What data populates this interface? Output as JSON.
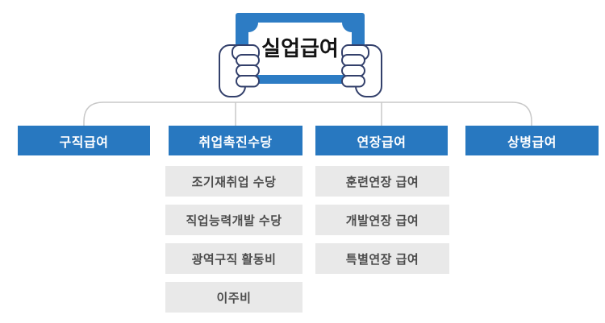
{
  "banner": {
    "title": "실업급여"
  },
  "columns": [
    {
      "title": "구직급여",
      "items": []
    },
    {
      "title": "취업촉진수당",
      "items": [
        "조기재취업 수당",
        "직업능력개발 수당",
        "광역구직 활동비",
        "이주비"
      ]
    },
    {
      "title": "연장급여",
      "items": [
        "훈련연장 급여",
        "개발연장 급여",
        "특별연장 급여"
      ]
    },
    {
      "title": "상병급여",
      "items": []
    }
  ],
  "colors": {
    "header_blue": "#2878c0",
    "banner_blue": "#2d7cc4",
    "hand_outline_navy": "#33406b",
    "item_bg_gray": "#e9e9e9",
    "item_text_gray": "#4c4c4c",
    "connector_gray": "#c8c8c8"
  }
}
